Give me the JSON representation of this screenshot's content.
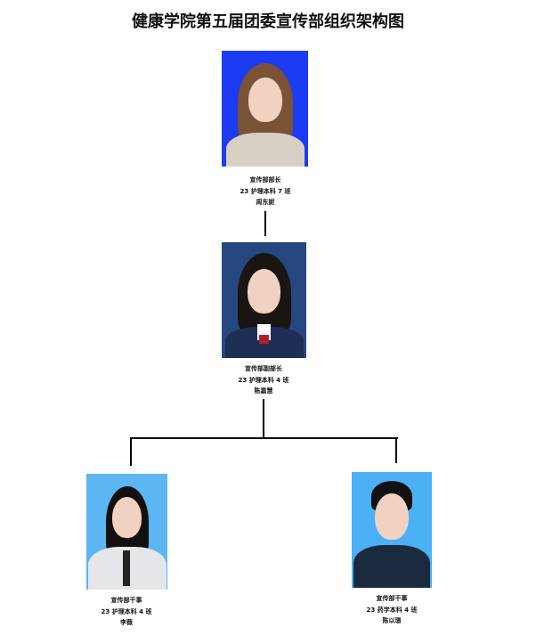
{
  "title": "健康学院第五届团委宣传部组织架构图",
  "members": [
    {
      "role": "宣传部部长",
      "class": "23 护理本科 7 班",
      "name": "周东妮",
      "bg": "#1b3cf2"
    },
    {
      "role": "宣传部副部长",
      "class": "23 护理本科 4 班",
      "name": "陈嘉慧",
      "bg": "#26477f"
    },
    {
      "role": "宣传部干事",
      "class": "23 护理本科 4 班",
      "name": "李薇",
      "bg": "#5cb6f2"
    },
    {
      "role": "宣传部干事",
      "class": "23 药学本科 4 班",
      "name": "陈以璟",
      "bg": "#4bb0f6"
    }
  ]
}
